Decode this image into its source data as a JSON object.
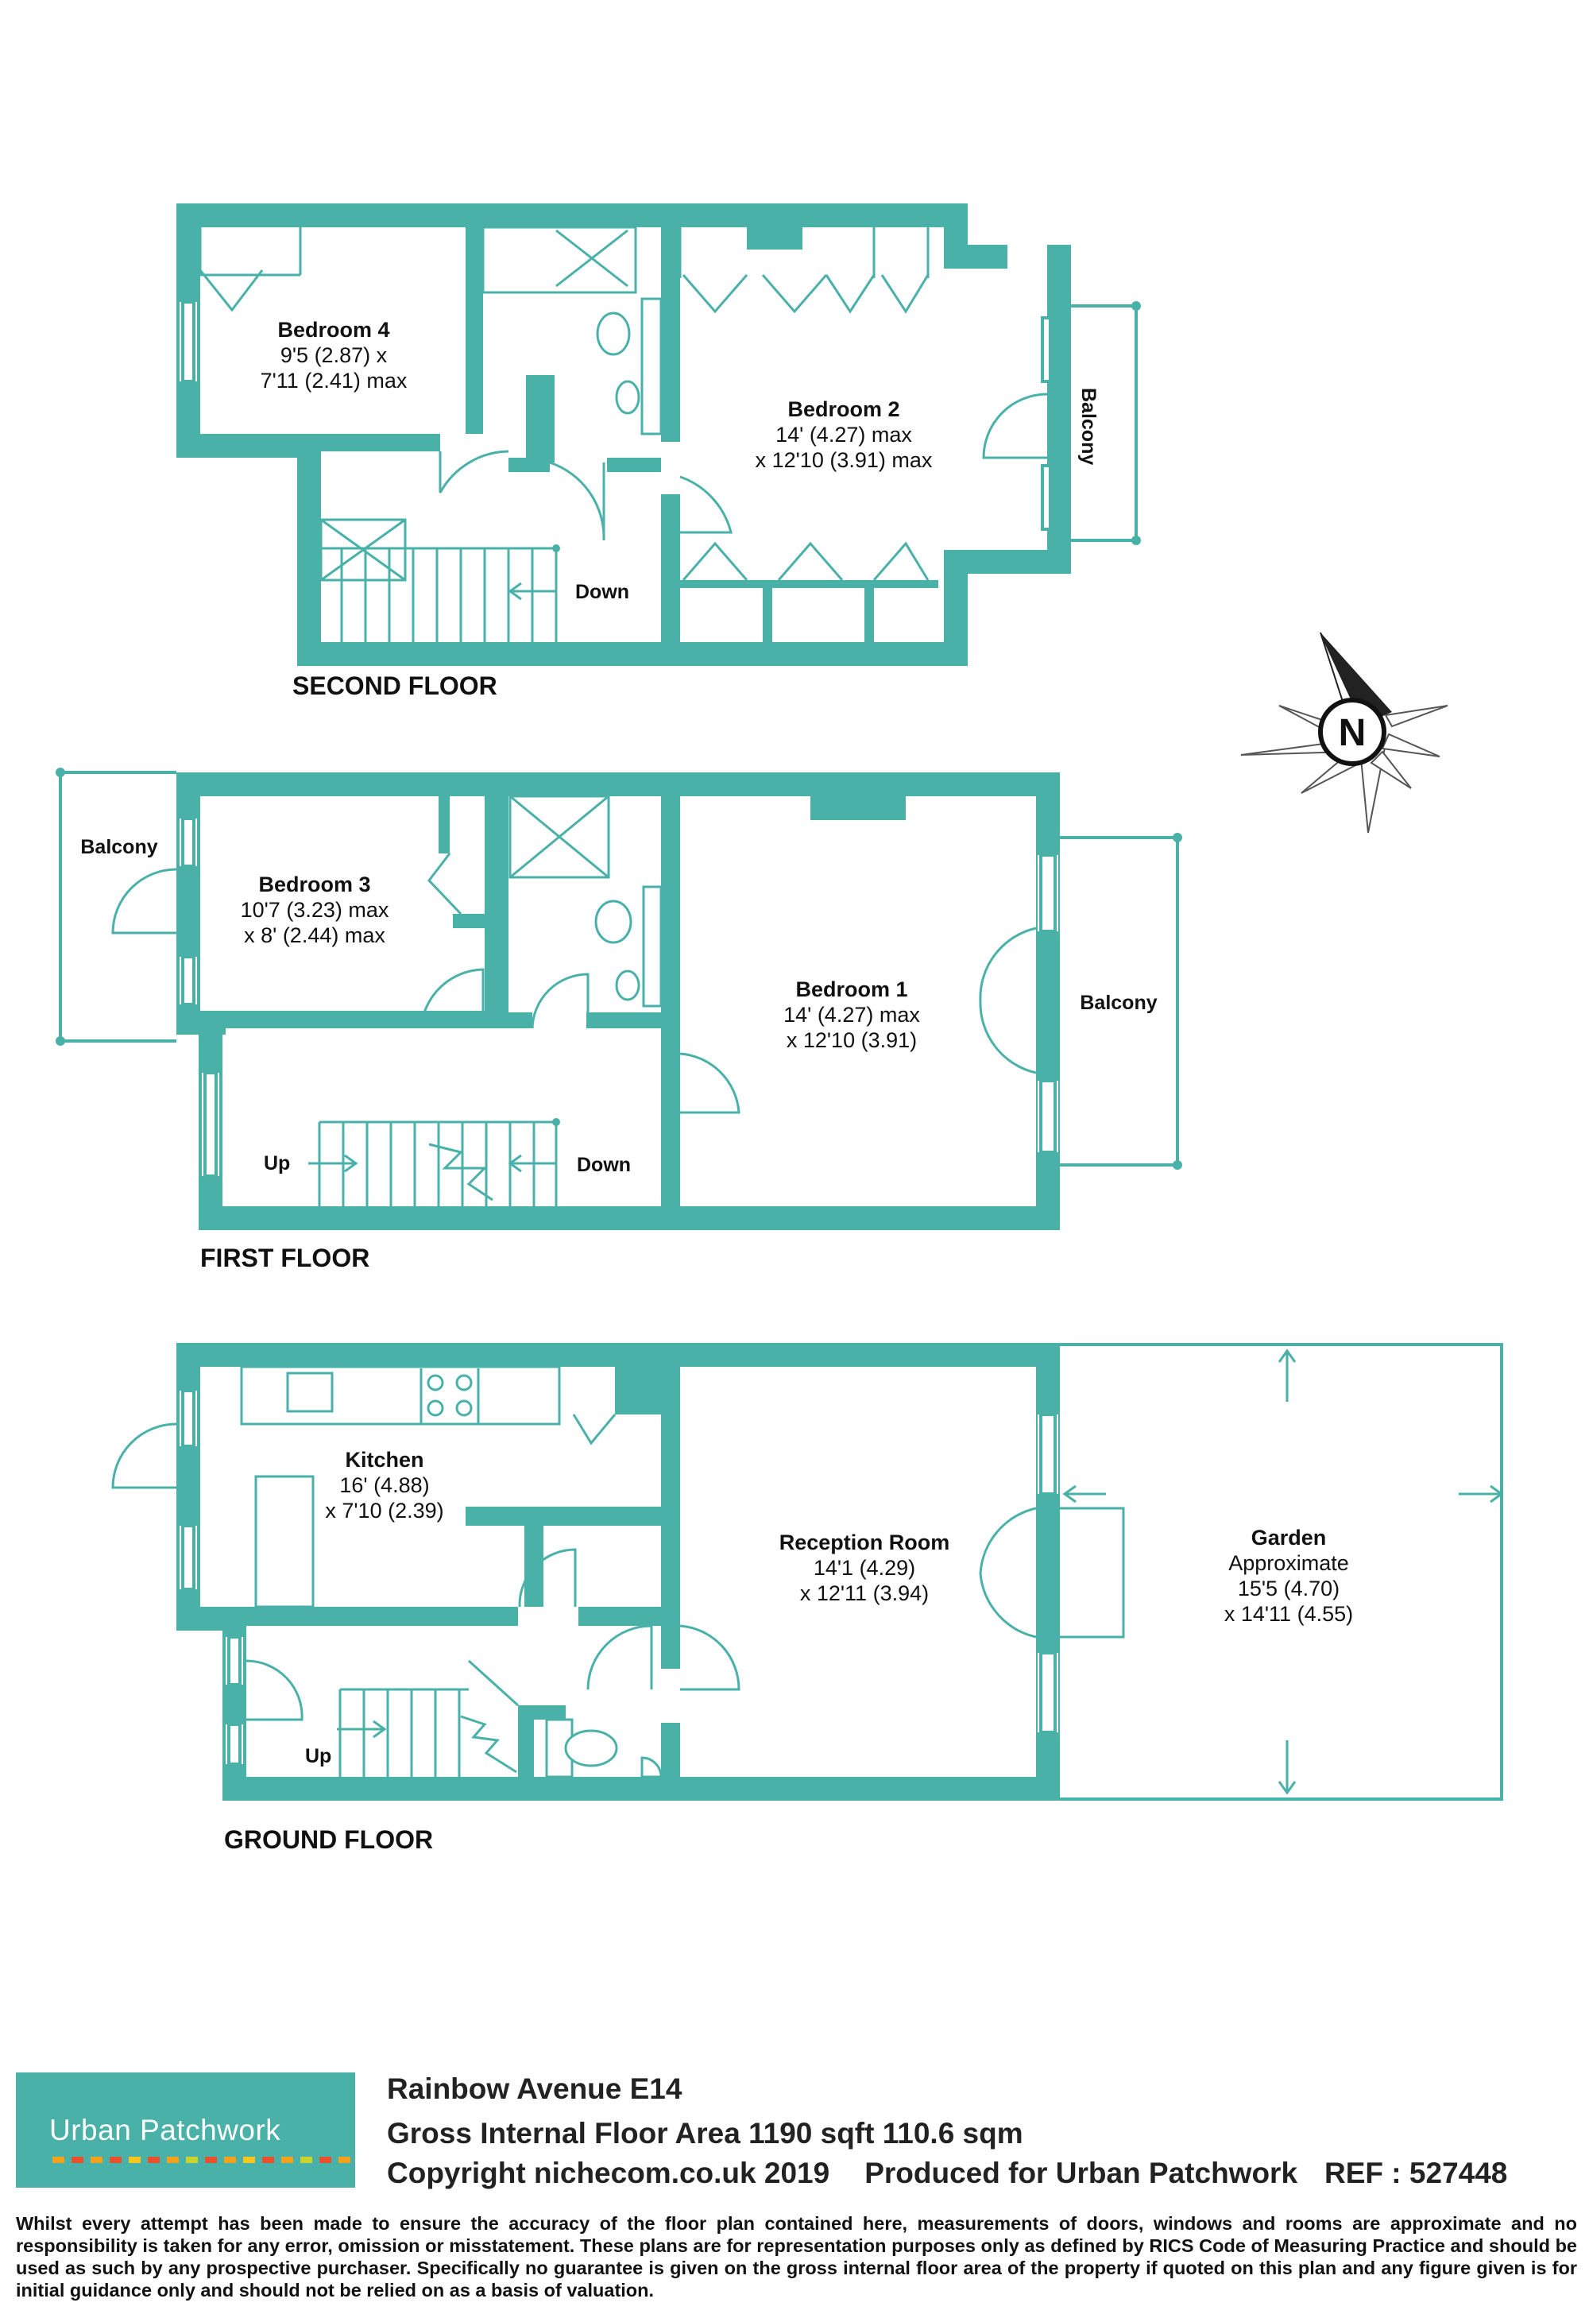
{
  "colors": {
    "wall": "#4ab1a9",
    "text": "#111111",
    "logo_bg": "#4ab1a9",
    "logo_dashes": [
      "#f2a21c",
      "#e8502d",
      "#f2a21c",
      "#e8502d",
      "#f7c71b",
      "#e8502d",
      "#f2a21c",
      "#c9d431",
      "#e8502d",
      "#f2a21c",
      "#f7c71b",
      "#e8502d",
      "#f2a21c",
      "#c9d431",
      "#e8502d",
      "#f2a21c"
    ]
  },
  "floors": {
    "second": {
      "label": "SECOND FLOOR",
      "bedroom4": {
        "name": "Bedroom 4",
        "dim1": "9'5 (2.87) x",
        "dim2": "7'11 (2.41) max"
      },
      "bedroom2": {
        "name": "Bedroom 2",
        "dim1": "14' (4.27) max",
        "dim2": "x 12'10 (3.91) max"
      },
      "balcony": "Balcony",
      "down": "Down"
    },
    "first": {
      "label": "FIRST FLOOR",
      "bedroom3": {
        "name": "Bedroom 3",
        "dim1": "10'7 (3.23) max",
        "dim2": "x 8' (2.44) max"
      },
      "bedroom1": {
        "name": "Bedroom 1",
        "dim1": "14' (4.27) max",
        "dim2": "x 12'10 (3.91)"
      },
      "balcony_left": "Balcony",
      "balcony_right": "Balcony",
      "up": "Up",
      "down": "Down"
    },
    "ground": {
      "label": "GROUND FLOOR",
      "kitchen": {
        "name": "Kitchen",
        "dim1": "16' (4.88)",
        "dim2": "x 7'10 (2.39)"
      },
      "reception": {
        "name": "Reception Room",
        "dim1": "14'1 (4.29)",
        "dim2": "x 12'11 (3.94)"
      },
      "garden": {
        "name": "Garden",
        "dim0": "Approximate",
        "dim1": "15'5 (4.70)",
        "dim2": "x 14'11 (4.55)"
      },
      "up": "Up"
    }
  },
  "compass": {
    "label": "N",
    "icon": "north-compass-icon"
  },
  "footer": {
    "logo_text": "Urban Patchwork",
    "address": "Rainbow Avenue  E14",
    "area": "Gross Internal Floor Area 1190 sqft 110.6 sqm",
    "copyright": "Copyright nichecom.co.uk 2019",
    "produced_for": "Produced for Urban Patchwork",
    "ref": "REF : 527448",
    "disclaimer": "Whilst every attempt has been made to ensure the accuracy of the floor plan contained here, measurements of doors, windows and rooms are approximate and no responsibility is taken for any error, omission or misstatement.  These plans are for representation purposes only as defined by RICS Code of Measuring Practice and should be used as such by any prospective purchaser.  Specifically no guarantee is given on the gross internal floor area of the property if quoted on this plan and any figure given is for initial guidance only and should not be relied on as a basis of valuation."
  }
}
